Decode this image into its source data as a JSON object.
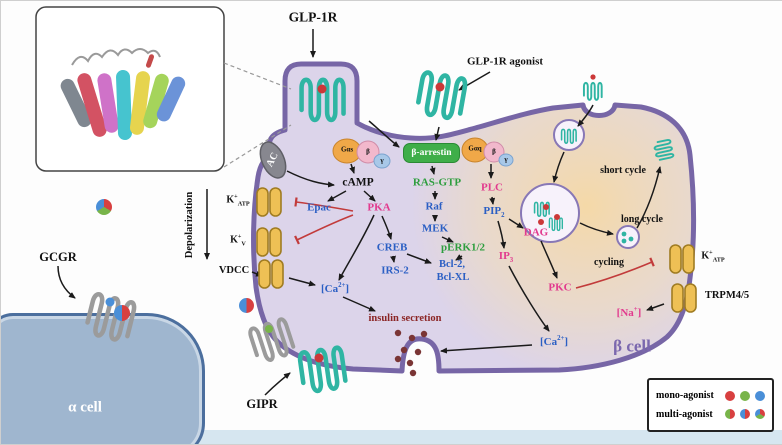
{
  "receptors": {
    "glp1r": "GLP-1R",
    "glp1r_agonist": "GLP-1R agonist",
    "gcgr": "GCGR",
    "gipr": "GIPR"
  },
  "cells": {
    "alpha": "α cell",
    "beta": "β cell"
  },
  "membrane": {
    "ac": "AC",
    "g_alpha_s": "Gαs",
    "g_beta": "β",
    "g_gamma": "γ",
    "beta_arrestin": "β-arrestin",
    "g_alpha_q": "Gαq"
  },
  "pathway": {
    "camp": "cAMP",
    "epac": "Epac",
    "pka": "PKA",
    "ras_gtp": "RAS-GTP",
    "raf": "Raf",
    "mek": "MEK",
    "perk": "pERK1/2",
    "creb": "CREB",
    "irs2": "IRS-2",
    "bcl_line1": "Bcl-2,",
    "bcl_line2": "Bcl-XL",
    "plc": "PLC",
    "dag": "DAG",
    "pkc": "PKC",
    "insulin_secretion": "insulin secretion",
    "depolarization": "Depolarization",
    "vdcc": "VDCC",
    "trpm": "TRPM4/5"
  },
  "ions": {
    "katp": {
      "pre": "K",
      "sup": "+",
      "sub": "ATP"
    },
    "kv": {
      "pre": "K",
      "sup": "+",
      "sub": "V"
    },
    "ca": {
      "pre": "[Ca",
      "sup": "2+",
      "post": "]"
    },
    "na": {
      "pre": "[Na",
      "sup": "+",
      "post": "]"
    },
    "pip2": {
      "pre": "PIP",
      "sub": "2"
    },
    "ip3": {
      "pre": "IP",
      "sub": "3"
    }
  },
  "cycles": {
    "short": "short cycle",
    "long": "long cycle",
    "cycling": "cycling"
  },
  "legend": {
    "mono_label": "mono-agonist",
    "multi_label": "multi-agonist",
    "mono_colors": [
      "#d84040",
      "#78b44a",
      "#4a8fd8"
    ],
    "multi_combos": [
      [
        "#d84040",
        "#78b44a"
      ],
      [
        "#d84040",
        "#4a8fd8"
      ],
      [
        "#d84040",
        "#78b44a",
        "#4a8fd8"
      ]
    ]
  },
  "colors": {
    "receptor_teal": "#2fb5a3",
    "receptor_gray": "#9b9b9b",
    "channel_gold": "#eec055",
    "membrane_purple": "#7766a6",
    "label_blue": "#2b5fc4",
    "label_magenta": "#e23a8e",
    "label_green": "#2e9e3e",
    "insulin_red": "#8b2525",
    "beta_cell_purple": "#7b68ae"
  }
}
